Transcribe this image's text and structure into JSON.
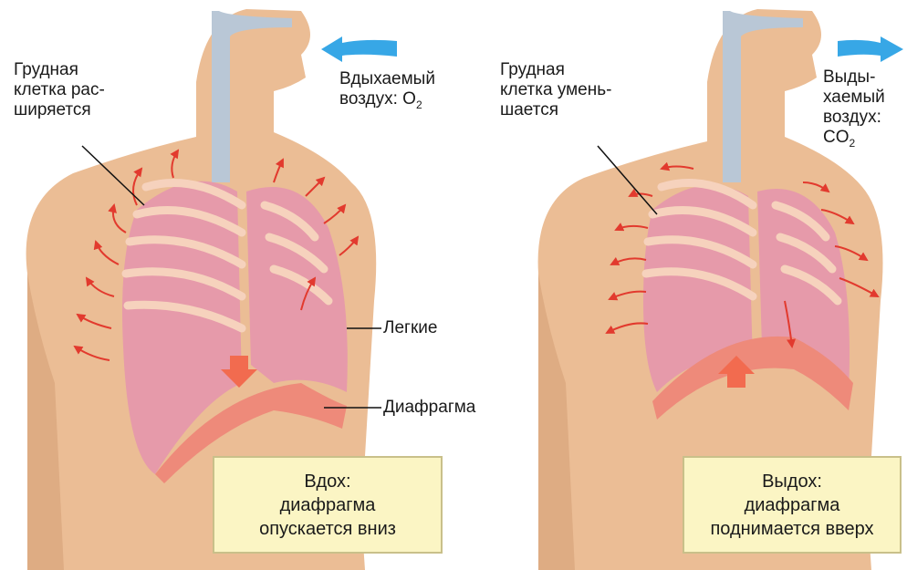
{
  "inhale": {
    "chest_label_line1": "Грудная",
    "chest_label_line2": "клетка рас-",
    "chest_label_line3": "ширяется",
    "air_label_line1": "Вдыхаемый",
    "air_label_line2": "воздух: O",
    "air_sub": "2",
    "box_line1": "Вдох:",
    "box_line2": "диафрагма",
    "box_line3": "опускается вниз"
  },
  "exhale": {
    "chest_label_line1": "Грудная",
    "chest_label_line2": "клетка умень-",
    "chest_label_line3": "шается",
    "air_label_line1": "Выды-",
    "air_label_line2": "хаемый",
    "air_label_line3": "воздух:",
    "air_label_line4": "CO",
    "air_sub": "2",
    "box_line1": "Выдох:",
    "box_line2": "диафрагма",
    "box_line3": "поднимается вверх"
  },
  "labels": {
    "lungs": "Легкие",
    "diaphragm": "Диафрагма"
  },
  "colors": {
    "skin": "#ebbd95",
    "skin_shadow": "#d9a57c",
    "lung": "#e69aaa",
    "rib": "#f6d2bd",
    "trachea": "#b9c7d6",
    "arrow_red": "#e23a2e",
    "air_arrow": "#37a7e6",
    "diaphragm": "#ee8a7a",
    "box_bg": "#fbf5c4"
  }
}
